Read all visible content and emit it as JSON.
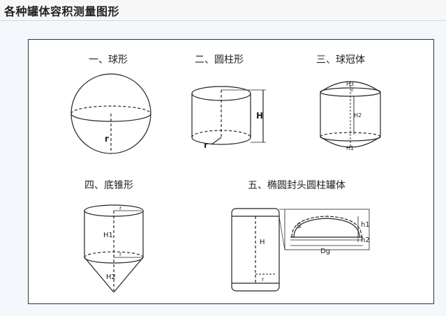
{
  "header": {
    "title": "各种罐体容积测量图形"
  },
  "diagrams": {
    "sphere": {
      "title": "一、球形",
      "r": "r"
    },
    "cylinder": {
      "title": "二、圆柱形",
      "r": "r",
      "h": "H"
    },
    "cap": {
      "title": "三、球冠体",
      "h3": "H3",
      "r": "r",
      "h2": "H2",
      "h1": "H1"
    },
    "cone": {
      "title": "四、底锥形",
      "r_top": "r",
      "h1": "H1",
      "r_mid": "r",
      "h2": "H2"
    },
    "elliptic": {
      "title": "五、椭圆封头圆柱罐体",
      "h": "H",
      "r": "r",
      "s": "S",
      "h1": "h1",
      "h2": "h2",
      "dg": "Dg"
    }
  }
}
